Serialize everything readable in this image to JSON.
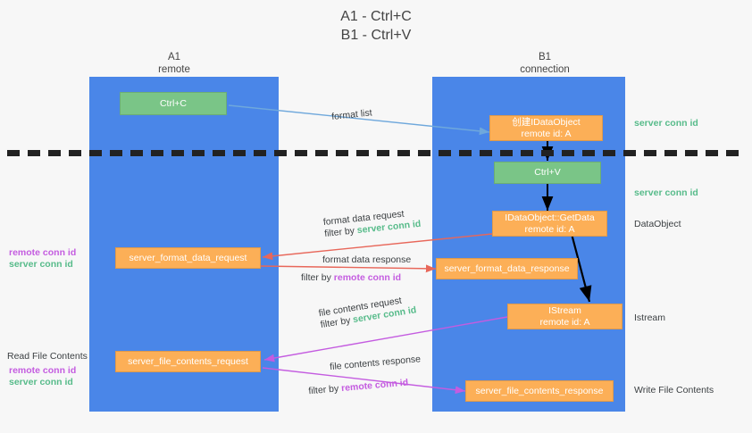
{
  "title": {
    "line1": "A1 - Ctrl+C",
    "line2": "B1 - Ctrl+V"
  },
  "columns": [
    {
      "name": "A1",
      "subtitle": "remote"
    },
    {
      "name": "B1",
      "subtitle": "connection"
    }
  ],
  "colors": {
    "lane": "#4a86e8",
    "green_node": "#7ac587",
    "orange_node": "#fcaf57",
    "server_conn_id": "#57bb8a",
    "remote_conn_id": "#c45ce0",
    "arrow_blue": "#6fa8dc",
    "arrow_red": "#e8675a",
    "arrow_magenta": "#c45ce0",
    "arrow_black": "#000000",
    "text": "#3c4043"
  },
  "nodes": {
    "ctrl_c": {
      "label": "Ctrl+C"
    },
    "create_dataobject": {
      "line1": "创建IDataObject",
      "line2": "remote id: A"
    },
    "ctrl_v": {
      "label": "Ctrl+V"
    },
    "getdata": {
      "line1": "IDataObject::GetData",
      "line2": "remote id: A"
    },
    "format_data_request": {
      "label": "server_format_data_request"
    },
    "format_data_response": {
      "label": "server_format_data_response"
    },
    "istream": {
      "line1": "IStream",
      "line2": "remote id: A"
    },
    "file_contents_request": {
      "label": "server_file_contents_request"
    },
    "file_contents_response": {
      "label": "server_file_contents_response"
    }
  },
  "annotations": {
    "format_list": "format list",
    "format_data_request": {
      "title": "format data request",
      "filter_prefix": "filter by",
      "filter_value": "server conn id"
    },
    "format_data_response": {
      "title": "format data response",
      "filter_prefix": "filter by",
      "filter_value": "remote conn id"
    },
    "file_contents_request": {
      "title": "file contents request",
      "filter_prefix": "filter by",
      "filter_value": "server conn id"
    },
    "file_contents_response": {
      "title": "file contents response",
      "filter_prefix": "filter by",
      "filter_value": "remote conn id"
    }
  },
  "left_labels": {
    "format_remote": "remote conn id",
    "format_server": "server conn id",
    "read_file_contents": "Read File Contents",
    "file_remote": "remote conn id",
    "file_server": "server conn id"
  },
  "right_labels": {
    "server_conn_id_top": "server conn id",
    "server_conn_id_mid": "server conn id",
    "dataobject": "DataObject",
    "istream": "Istream",
    "write_file_contents": "Write File Contents"
  }
}
